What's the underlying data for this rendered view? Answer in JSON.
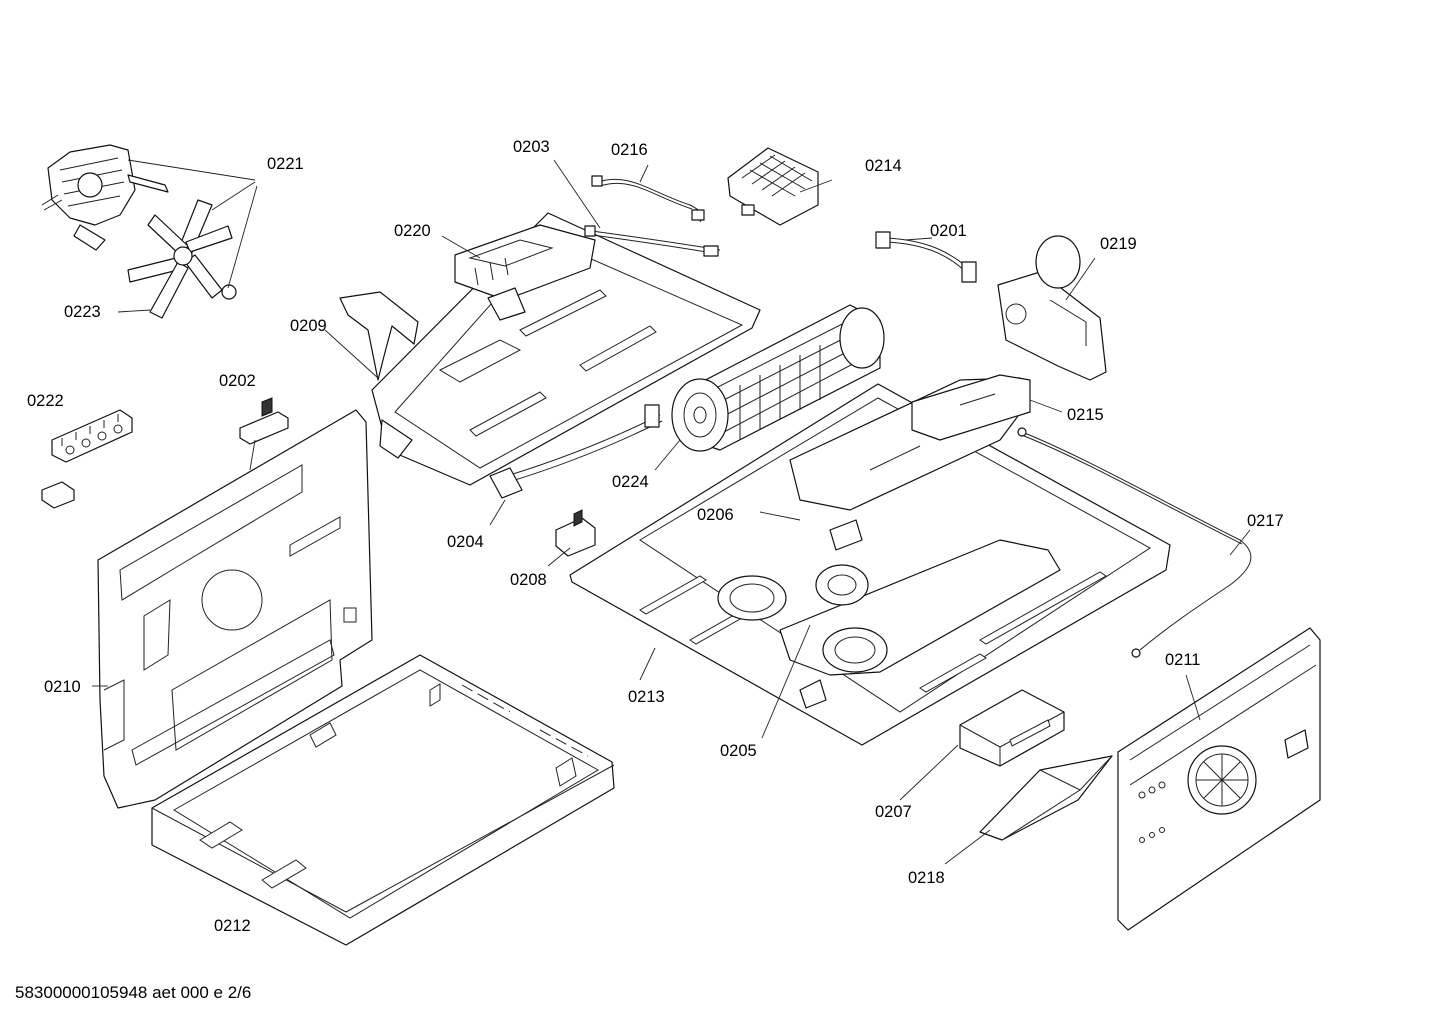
{
  "labels": {
    "p0201": "0201",
    "p0202": "0202",
    "p0203": "0203",
    "p0204": "0204",
    "p0205": "0205",
    "p0206": "0206",
    "p0207": "0207",
    "p0208": "0208",
    "p0209": "0209",
    "p0210": "0210",
    "p0211": "0211",
    "p0212": "0212",
    "p0213": "0213",
    "p0214": "0214",
    "p0215": "0215",
    "p0216": "0216",
    "p0217": "0217",
    "p0218": "0218",
    "p0219": "0219",
    "p0220": "0220",
    "p0221": "0221",
    "p0222": "0222",
    "p0223": "0223",
    "p0224": "0224"
  },
  "footer": {
    "doc_code": "58300000105948 aet 000 e 2/6"
  }
}
